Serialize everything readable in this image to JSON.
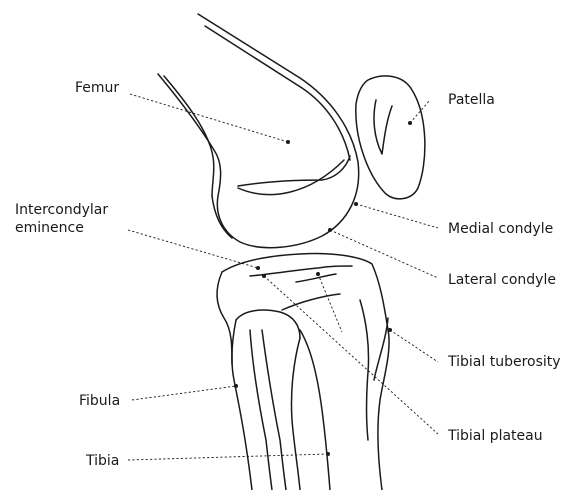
{
  "labels": {
    "femur": "Femur",
    "patella": "Patella",
    "intercondylar_line1": "Intercondylar",
    "intercondylar_line2": "eminence",
    "medial_condyle": "Medial condyle",
    "lateral_condyle": "Lateral condyle",
    "tibial_tuberosity": "Tibial tuberosity",
    "fibula": "Fibula",
    "tibial_plateau": "Tibial plateau",
    "tibia": "Tibia"
  }
}
